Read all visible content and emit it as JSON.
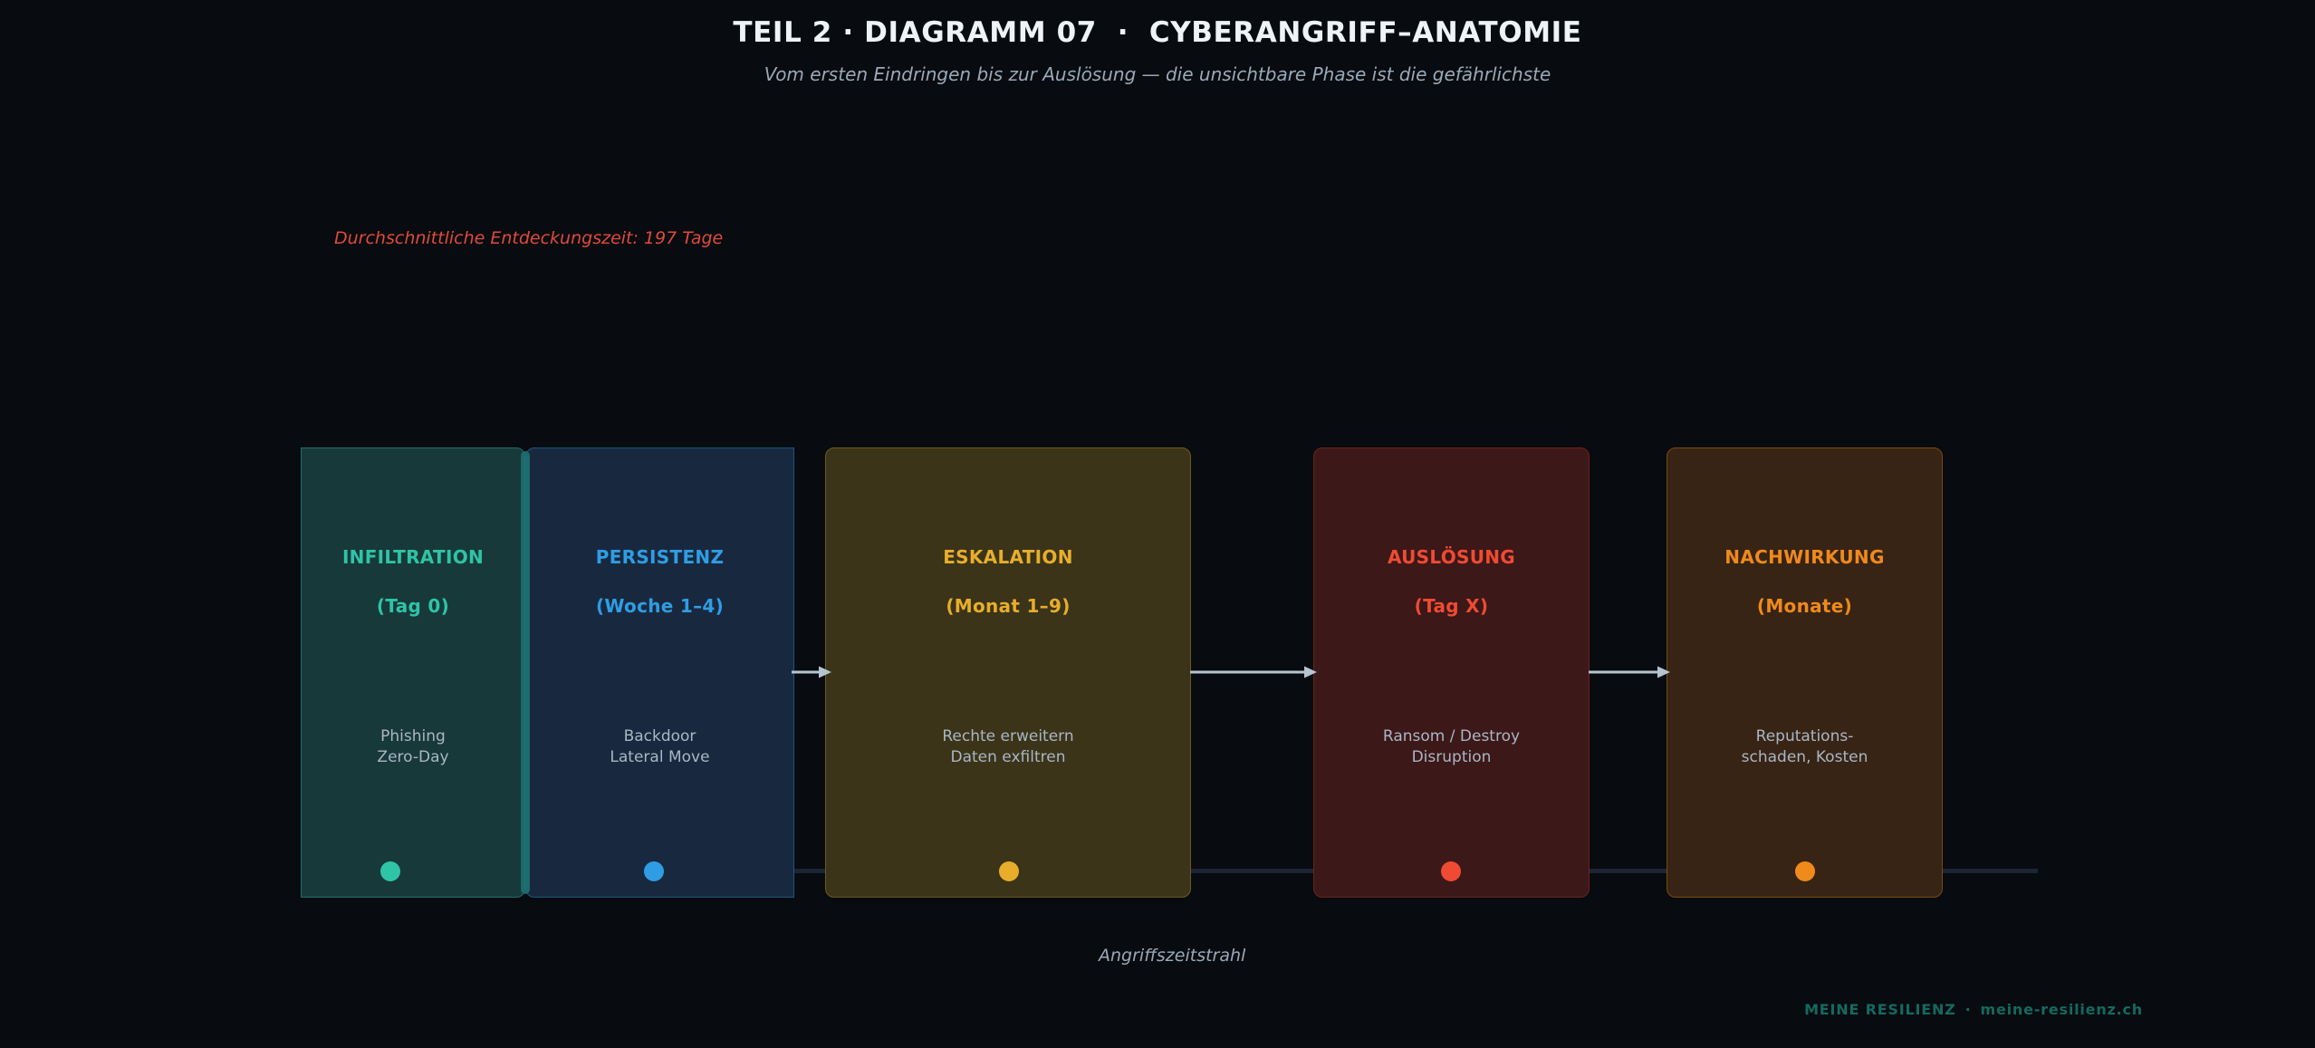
{
  "header": {
    "title": "TEIL 2 · DIAGRAMM 07  ·  CYBERANGRIFF–ANATOMIE",
    "subtitle": "Vom ersten Eindringen bis zur Auslösung — die unsichtbare Phase ist die gefährlichste"
  },
  "annotation": {
    "text": "Durchschnittliche Entdeckungszeit: 197 Tage",
    "color": "#e04a3c"
  },
  "timeline": {
    "caption": "Angriffszeitstrahl",
    "line_color": "#1c2436"
  },
  "phases": [
    {
      "name": "INFILTRATION",
      "period": "(Tag 0)",
      "detail": "Phishing\nZero-Day",
      "accent": "#2ec4a6",
      "fill": "#18393a",
      "border": "#1f6f6a",
      "dot": "#2ec4a6"
    },
    {
      "name": "PERSISTENZ",
      "period": "(Woche 1–4)",
      "detail": "Backdoor\nLateral Move",
      "accent": "#2f9de4",
      "fill": "#18293f",
      "border": "#1d567f",
      "dot": "#2f9de4"
    },
    {
      "name": "ESKALATION",
      "period": "(Monat 1–9)",
      "detail": "Rechte erweitern\nDaten exfiltren",
      "accent": "#e8ae2b",
      "fill": "#3b3419",
      "border": "#6d5a17",
      "dot": "#e8ae2b"
    },
    {
      "name": "AUSLÖSUNG",
      "period": "(Tag X)",
      "detail": "Ransom / Destroy\nDisruption",
      "accent": "#ef4b33",
      "fill": "#3c1818",
      "border": "#6e2318",
      "dot": "#ef4b33"
    },
    {
      "name": "NACHWIRKUNG",
      "period": "(Monate)",
      "detail": "Reputations-\nschaden, Kosten",
      "accent": "#ef8a1b",
      "fill": "#382415",
      "border": "#7a4a12",
      "dot": "#ef8a1b"
    }
  ],
  "arrows": [
    {
      "color": "#b6c4d2"
    },
    {
      "color": "#b6c4d2"
    },
    {
      "color": "#b6c4d2"
    }
  ],
  "footer": {
    "brand": "MEINE RESILIENZ",
    "separator": "·",
    "domain": "meine-resilienz.ch",
    "color": "#14695f"
  }
}
